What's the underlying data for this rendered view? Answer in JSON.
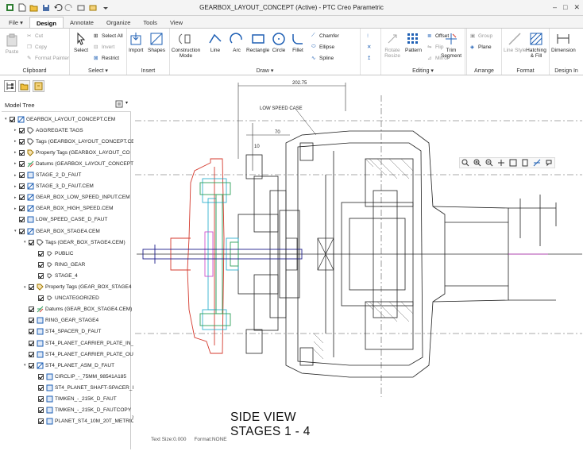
{
  "window": {
    "title": "GEARBOX_LAYOUT_CONCEPT (Active) - PTC Creo Parametric"
  },
  "tabs": [
    {
      "label": "File ▾"
    },
    {
      "label": "Design"
    },
    {
      "label": "Annotate"
    },
    {
      "label": "Organize"
    },
    {
      "label": "Tools"
    },
    {
      "label": "View"
    }
  ],
  "ribbon": {
    "clipboard": {
      "group": "Clipboard",
      "paste": "Paste",
      "cut": "Cut",
      "copy": "Copy",
      "format_painter": "Format Painter"
    },
    "select": {
      "group": "Select ▾",
      "select": "Select",
      "select_all": "Select All",
      "invert": "Invert",
      "restrict": "Restrict"
    },
    "insert": {
      "group": "Insert",
      "import": "Import",
      "shapes": "Shapes"
    },
    "draw": {
      "group": "Draw ▾",
      "construction_mode": "Construction Mode",
      "line": "Line",
      "arc": "Arc",
      "rectangle": "Rectangle",
      "circle": "Circle",
      "fillet": "Fillet",
      "chamfer": "Chamfer",
      "ellipse": "Ellipse",
      "spline": "Spline"
    },
    "editing": {
      "group": "Editing ▾",
      "rotate_resize": "Rotate Resize",
      "pattern": "Pattern",
      "offset": "Offset",
      "flip": "Flip",
      "mirror": "Mirror",
      "trim_segment": "Trim Segment"
    },
    "arrange": {
      "group": "Arrange",
      "group_btn": "Group",
      "plane": "Plane"
    },
    "format": {
      "group": "Format",
      "line_style": "Line Style",
      "hatching_fill": "Hatching & Fill"
    },
    "design": {
      "group": "Design In",
      "dimension": "Dimension"
    }
  },
  "model_tree": {
    "title": "Model Tree",
    "items": [
      {
        "label": "GEARBOX_LAYOUT_CONCEPT.CEM",
        "level": 0,
        "expand": "▾",
        "icon": "assembly-icon"
      },
      {
        "label": "AGGREGATE TAGS",
        "level": 1,
        "expand": "▸",
        "icon": "tags-icon"
      },
      {
        "label": "Tags (GEARBOX_LAYOUT_CONCEPT.CE",
        "level": 1,
        "expand": "▸",
        "icon": "tags-icon"
      },
      {
        "label": "Property Tags (GEARBOX_LAYOUT_CO",
        "level": 1,
        "expand": "▸",
        "icon": "property-tags-icon"
      },
      {
        "label": "Datums (GEARBOX_LAYOUT_CONCEPT",
        "level": 1,
        "expand": "▸",
        "icon": "datums-icon"
      },
      {
        "label": "STAGE_2_D_FAUT",
        "level": 1,
        "expand": "▸",
        "icon": "part-icon"
      },
      {
        "label": "STAGE_3_D_FAUT.CEM",
        "level": 1,
        "expand": "▸",
        "icon": "assembly-icon"
      },
      {
        "label": "GEAR_BOX_LOW_SPEED_INPUT.CEM",
        "level": 1,
        "expand": "▸",
        "icon": "assembly-icon"
      },
      {
        "label": "GEAR_BOX_HIGH_SPEED.CEM",
        "level": 1,
        "expand": "▸",
        "icon": "assembly-icon"
      },
      {
        "label": "LOW_SPEED_CASE_D_FAUT",
        "level": 1,
        "expand": "",
        "icon": "part-icon"
      },
      {
        "label": "GEAR_BOX_STAGE4.CEM",
        "level": 1,
        "expand": "▾",
        "icon": "assembly-icon"
      },
      {
        "label": "Tags (GEAR_BOX_STAGE4.CEM)",
        "level": 2,
        "expand": "▾",
        "icon": "tags-icon"
      },
      {
        "label": "PUBLIC",
        "level": 3,
        "expand": "",
        "icon": "tag-icon"
      },
      {
        "label": "RING_GEAR",
        "level": 3,
        "expand": "",
        "icon": "tag-icon"
      },
      {
        "label": "STAGE_4",
        "level": 3,
        "expand": "",
        "icon": "tag-icon"
      },
      {
        "label": "Property Tags (GEAR_BOX_STAGE4",
        "level": 2,
        "expand": "▾",
        "icon": "property-tags-icon"
      },
      {
        "label": "UNCATEGORIZED",
        "level": 3,
        "expand": "",
        "icon": "tag-icon"
      },
      {
        "label": "Datums (GEAR_BOX_STAGE4.CEM)",
        "level": 2,
        "expand": "",
        "icon": "datums-icon"
      },
      {
        "label": "RING_GEAR_STAGE4",
        "level": 2,
        "expand": "",
        "icon": "part-icon"
      },
      {
        "label": "ST4_SPACER_D_FAUT",
        "level": 2,
        "expand": "",
        "icon": "part-icon"
      },
      {
        "label": "ST4_PLANET_CARRIER_PLATE_IN_I",
        "level": 2,
        "expand": "",
        "icon": "part-icon"
      },
      {
        "label": "ST4_PLANET_CARRIER_PLATE_OUT",
        "level": 2,
        "expand": "",
        "icon": "part-icon"
      },
      {
        "label": "ST4_PLANET_ASM_D_FAUT",
        "level": 2,
        "expand": "▾",
        "icon": "assembly-icon"
      },
      {
        "label": "CIRCLIP_-_75MM_98541A185",
        "level": 3,
        "expand": "",
        "icon": "part-icon"
      },
      {
        "label": "ST4_PLANET_SHAFT-SPACER_I",
        "level": 3,
        "expand": "",
        "icon": "part-icon"
      },
      {
        "label": "TIMKEN_-_215K_D_FAUT",
        "level": 3,
        "expand": "",
        "icon": "part-icon"
      },
      {
        "label": "TIMKEN_-_215K_D_FAUTCOPY",
        "level": 3,
        "expand": "",
        "icon": "part-icon"
      },
      {
        "label": "PLANET_ST4_10M_20T_METRIC",
        "level": 3,
        "expand": "",
        "icon": "part-icon"
      }
    ]
  },
  "drawing": {
    "label_case": "LOW SPEED CASE",
    "dim_top": "202.75",
    "dim_70": "70",
    "dim_small": "10",
    "view_title_1": "SIDE VIEW",
    "view_title_2": "STAGES 1 - 4"
  },
  "status": {
    "text_size": "Text Size:0.000",
    "format": "Format:NONE"
  },
  "colors": {
    "accent": "#1e5fb4",
    "red_part": "#d43a2e",
    "green_part": "#2ea05a",
    "cyan_part": "#1aa9c9",
    "magenta": "#c83cc8"
  }
}
